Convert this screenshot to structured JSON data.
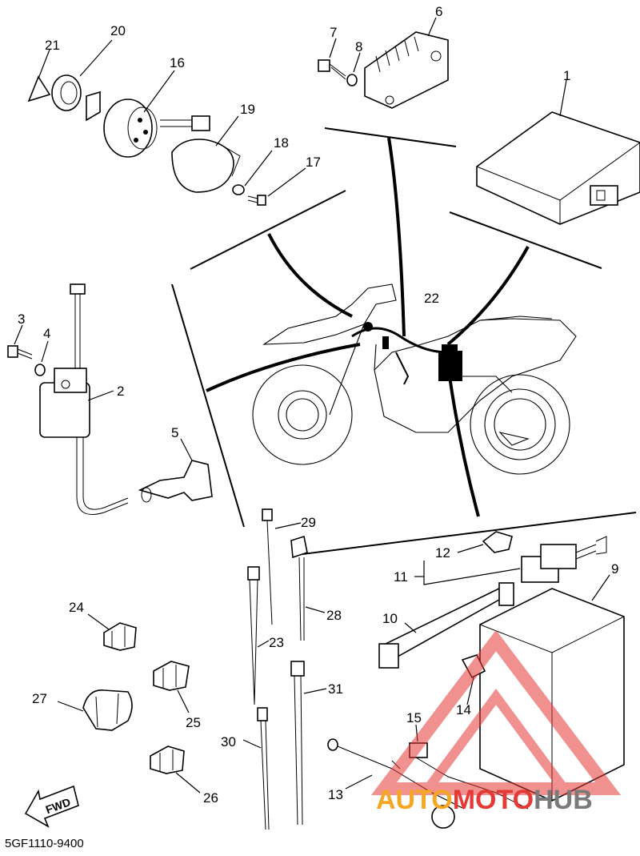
{
  "diagram": {
    "code": "5GF1110-9400",
    "fwd_label": "FWD",
    "callouts": [
      "1",
      "2",
      "3",
      "4",
      "5",
      "6",
      "7",
      "8",
      "9",
      "10",
      "11",
      "12",
      "13",
      "14",
      "15",
      "16",
      "17",
      "18",
      "19",
      "20",
      "21",
      "22",
      "23",
      "24",
      "25",
      "26",
      "27",
      "28",
      "29",
      "30",
      "31"
    ]
  },
  "watermark": {
    "part1": "AUTO",
    "part2": "MOTO",
    "part3": "HUB",
    "colors": {
      "auto": "#f5a623",
      "moto": "#e53935",
      "hub": "#7a7a7a",
      "triangle": "#e53935"
    }
  }
}
